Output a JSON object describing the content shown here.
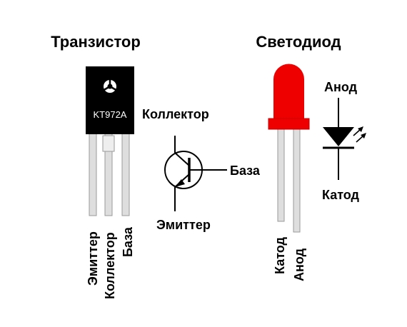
{
  "transistor": {
    "title": "Транзистор",
    "package_label": "KT972A",
    "pin_labels": [
      "Эмиттер",
      "Коллектор",
      "База"
    ],
    "symbol_labels": {
      "collector": "Коллектор",
      "base": "База",
      "emitter": "Эмиттер"
    }
  },
  "led": {
    "title": "Светодиод",
    "pin_labels": [
      "Катод",
      "Анод"
    ],
    "symbol_labels": {
      "anode": "Анод",
      "cathode": "Катод"
    }
  },
  "colors": {
    "package_body": "#000000",
    "lead_fill": "#dedede",
    "lead_stroke": "#9a9a9a",
    "led_red": "#ee0000",
    "led_rim": "#cc0000",
    "line": "#000000"
  }
}
